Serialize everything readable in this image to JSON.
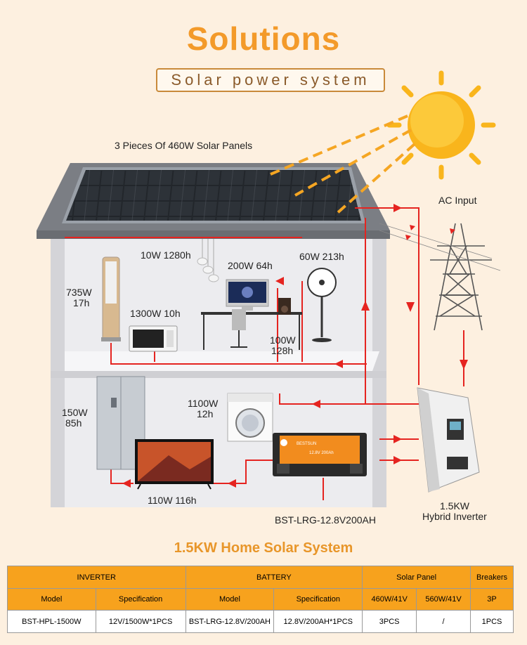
{
  "title": "Solutions",
  "subtitle": "Solar power system",
  "labels": {
    "panels": "3 Pieces Of 460W Solar Panels",
    "ac_input": "AC Input",
    "lamp": "10W 1280h",
    "monitor": "200W 64h",
    "fan": "60W 213h",
    "heater_1": "735W",
    "heater_2": "17h",
    "microwave": "1300W 10h",
    "speaker_1": "100W",
    "speaker_2": "128h",
    "washer_1": "1100W",
    "washer_2": "12h",
    "fridge_1": "150W",
    "fridge_2": "85h",
    "tv": "110W 116h",
    "battery": "BST-LRG-12.8V200AH",
    "inverter_1": "1.5KW",
    "inverter_2": "Hybrid Inverter",
    "battery_brand": "BESTSUN",
    "battery_spec": "12.8V 200Ah"
  },
  "system_title": "1.5KW Home Solar System",
  "table": {
    "groups": [
      "INVERTER",
      "BATTERY",
      "Solar Panel",
      "Breakers"
    ],
    "cols": [
      "Model",
      "Specification",
      "Model",
      "Specification",
      "460W/41V",
      "560W/41V",
      "3P"
    ],
    "row": [
      "BST-HPL-1500W",
      "12V/1500W*1PCS",
      "BST-LRG-12.8V/200AH",
      "12.8V/200AH*1PCS",
      "3PCS",
      "/",
      "1PCS"
    ]
  },
  "colors": {
    "accent": "#f39a2a",
    "wire": "#e52420",
    "sun": "#f9b51c",
    "table_header": "#f7a21d"
  }
}
